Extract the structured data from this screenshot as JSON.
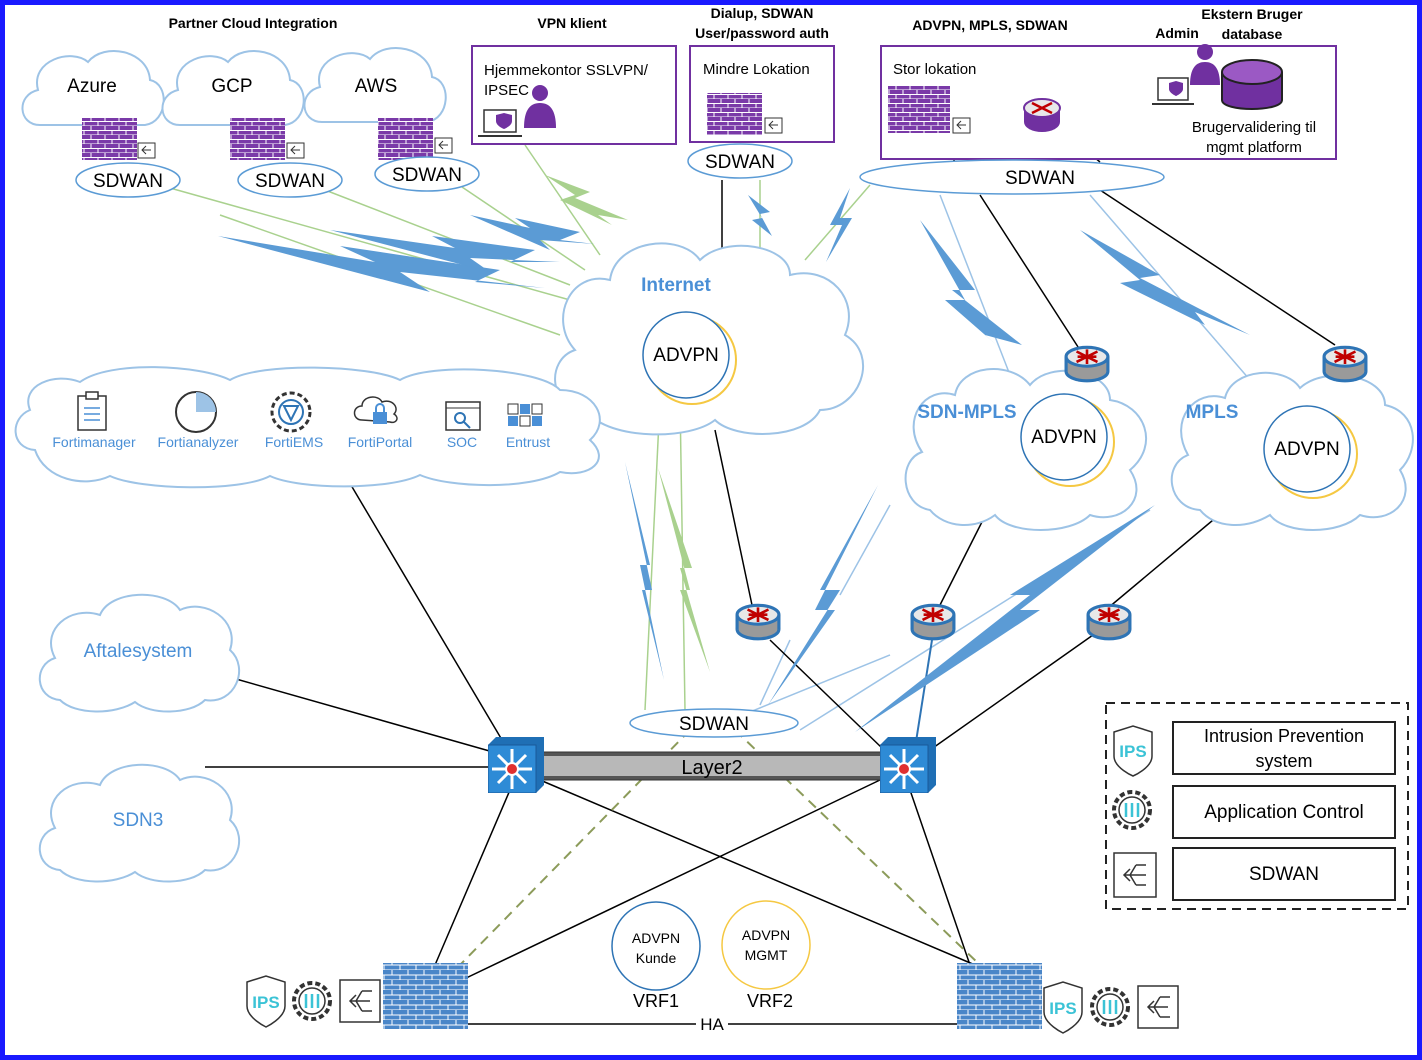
{
  "headers": {
    "partner": "Partner Cloud Integration",
    "vpn": "VPN klient",
    "dialup_1": "Dialup, SDWAN",
    "dialup_2": "User/password auth",
    "advpn": "ADVPN, MPLS, SDWAN",
    "ekstern_1": "Ekstern Bruger",
    "ekstern_2": "database",
    "admin": "Admin"
  },
  "partner_clouds": [
    "Azure",
    "GCP",
    "AWS"
  ],
  "sdwan_label": "SDWAN",
  "boxes": {
    "home_1": "Hjemmekontor SSLVPN/",
    "home_2": "IPSEC",
    "small": "Mindre Lokation",
    "large": "Stor lokation",
    "brug_1": "Brugervalidering til",
    "brug_2": "mgmt platform"
  },
  "internet": {
    "label": "Internet",
    "advpn": "ADVPN"
  },
  "sdn_mpls": {
    "label": "SDN-MPLS",
    "advpn": "ADVPN"
  },
  "mpls": {
    "label": "MPLS",
    "advpn": "ADVPN"
  },
  "tools": [
    "Fortimanager",
    "Fortianalyzer",
    "FortiEMS",
    "FortiPortal",
    "SOC",
    "Entrust"
  ],
  "aftalesystem": "Aftalesystem",
  "sdn3": "SDN3",
  "layer2": "Layer2",
  "vrf": {
    "kunde_1": "ADVPN",
    "kunde_2": "Kunde",
    "vrf1": "VRF1",
    "mgmt_1": "ADVPN",
    "mgmt_2": "MGMT",
    "vrf2": "VRF2"
  },
  "ha": "HA",
  "legend": {
    "ips_1": "Intrusion Prevention",
    "ips_2": "system",
    "app": "Application Control",
    "sdwan": "SDWAN",
    "ips_icon": "IPS"
  },
  "colors": {
    "firewall": "#7030a0",
    "firewall_blue": "#4a86c8",
    "cloud_stroke": "#9dc3e6",
    "bolt_blue": "#5b9bd5",
    "bolt_green": "#a9d18e",
    "purple": "#7030a0"
  }
}
